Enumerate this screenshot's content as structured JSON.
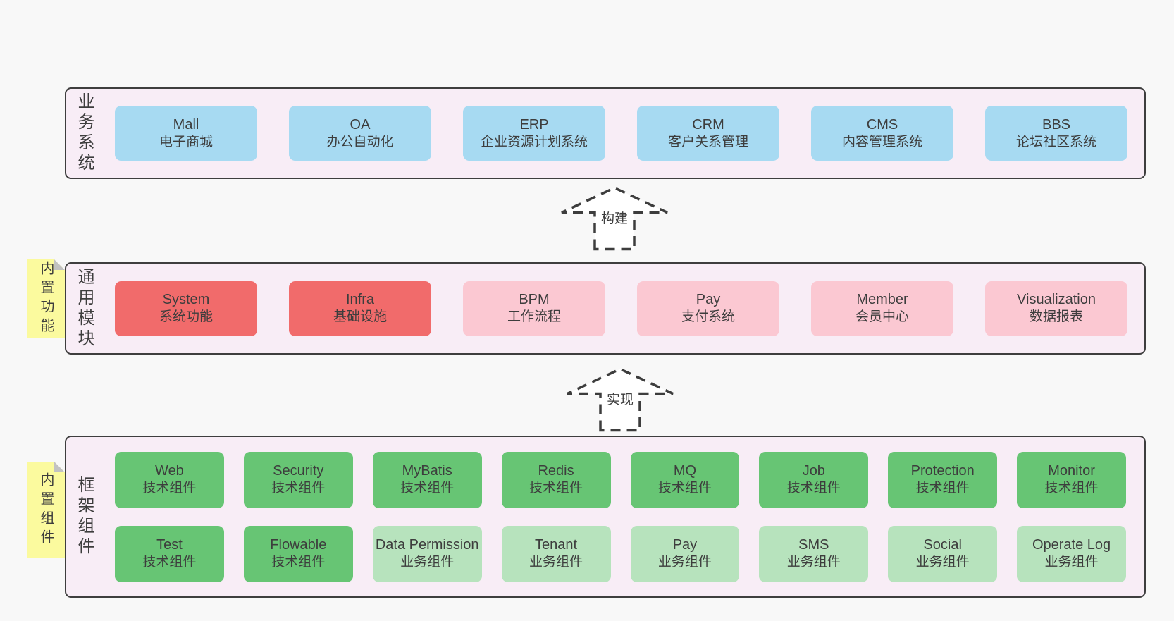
{
  "colors": {
    "page_bg": "#f8f8f8",
    "band_bg": "#f8edf6",
    "line": "#3e3e3e",
    "text": "#3d3d3d",
    "blue": "#a7daf2",
    "red": "#f16b6b",
    "pink": "#fbc8d2",
    "green": "#67c574",
    "lightgreen": "#b7e3bd",
    "yellow": "#fbfa9e",
    "fold": "#c2c2c2"
  },
  "arrows": [
    {
      "label": "构建"
    },
    {
      "label": "实现"
    }
  ],
  "bands": [
    {
      "label": "业务系统",
      "boxes": [
        {
          "en": "Mall",
          "zh": "电子商城",
          "variant": "blue"
        },
        {
          "en": "OA",
          "zh": "办公自动化",
          "variant": "blue"
        },
        {
          "en": "ERP",
          "zh": "企业资源计划系统",
          "variant": "blue"
        },
        {
          "en": "CRM",
          "zh": "客户关系管理",
          "variant": "blue"
        },
        {
          "en": "CMS",
          "zh": "内容管理系统",
          "variant": "blue"
        },
        {
          "en": "BBS",
          "zh": "论坛社区系统",
          "variant": "blue"
        }
      ]
    },
    {
      "label": "通用模块",
      "sticky": "内置功能",
      "boxes": [
        {
          "en": "System",
          "zh": "系统功能",
          "variant": "red"
        },
        {
          "en": "Infra",
          "zh": "基础设施",
          "variant": "red"
        },
        {
          "en": "BPM",
          "zh": "工作流程",
          "variant": "pink"
        },
        {
          "en": "Pay",
          "zh": "支付系统",
          "variant": "pink"
        },
        {
          "en": "Member",
          "zh": "会员中心",
          "variant": "pink"
        },
        {
          "en": "Visualization",
          "zh": "数据报表",
          "variant": "pink"
        }
      ]
    },
    {
      "label": "框架组件",
      "sticky": "内置组件",
      "rows": [
        [
          {
            "en": "Web",
            "zh": "技术组件",
            "variant": "green"
          },
          {
            "en": "Security",
            "zh": "技术组件",
            "variant": "green"
          },
          {
            "en": "MyBatis",
            "zh": "技术组件",
            "variant": "green"
          },
          {
            "en": "Redis",
            "zh": "技术组件",
            "variant": "green"
          },
          {
            "en": "MQ",
            "zh": "技术组件",
            "variant": "green"
          },
          {
            "en": "Job",
            "zh": "技术组件",
            "variant": "green"
          },
          {
            "en": "Protection",
            "zh": "技术组件",
            "variant": "green"
          },
          {
            "en": "Monitor",
            "zh": "技术组件",
            "variant": "green"
          }
        ],
        [
          {
            "en": "Test",
            "zh": "技术组件",
            "variant": "green"
          },
          {
            "en": "Flowable",
            "zh": "技术组件",
            "variant": "green"
          },
          {
            "en": "Data Permission",
            "zh": "业务组件",
            "variant": "lightgreen"
          },
          {
            "en": "Tenant",
            "zh": "业务组件",
            "variant": "lightgreen"
          },
          {
            "en": "Pay",
            "zh": "业务组件",
            "variant": "lightgreen"
          },
          {
            "en": "SMS",
            "zh": "业务组件",
            "variant": "lightgreen"
          },
          {
            "en": "Social",
            "zh": "业务组件",
            "variant": "lightgreen"
          },
          {
            "en": "Operate Log",
            "zh": "业务组件",
            "variant": "lightgreen"
          }
        ]
      ]
    }
  ]
}
